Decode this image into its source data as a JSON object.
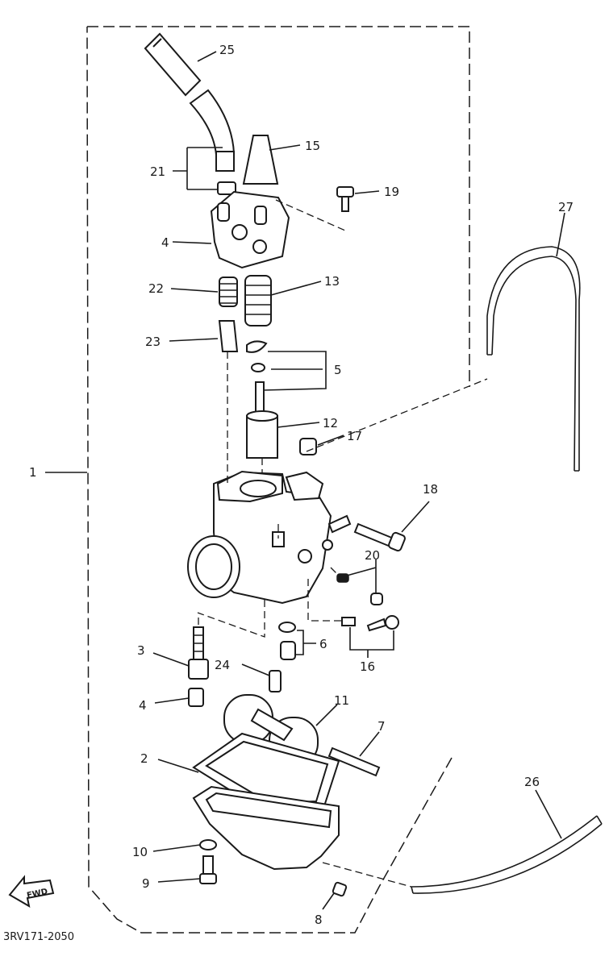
{
  "figure_code": "3RV171-2050",
  "direction_marker": "FWD",
  "callouts": {
    "c1": "1",
    "c2": "2",
    "c3": "3",
    "c4a": "4",
    "c4b": "4",
    "c5": "5",
    "c6": "6",
    "c7": "7",
    "c8": "8",
    "c9": "9",
    "c10": "10",
    "c11": "11",
    "c12": "12",
    "c13": "13",
    "c15": "15",
    "c16": "16",
    "c17": "17",
    "c18": "18",
    "c19": "19",
    "c20": "20",
    "c21": "21",
    "c22": "22",
    "c23": "23",
    "c24": "24",
    "c25": "25",
    "c26": "26",
    "c27": "27"
  },
  "colors": {
    "ink": "#1a1a1a",
    "paper": "#ffffff"
  }
}
